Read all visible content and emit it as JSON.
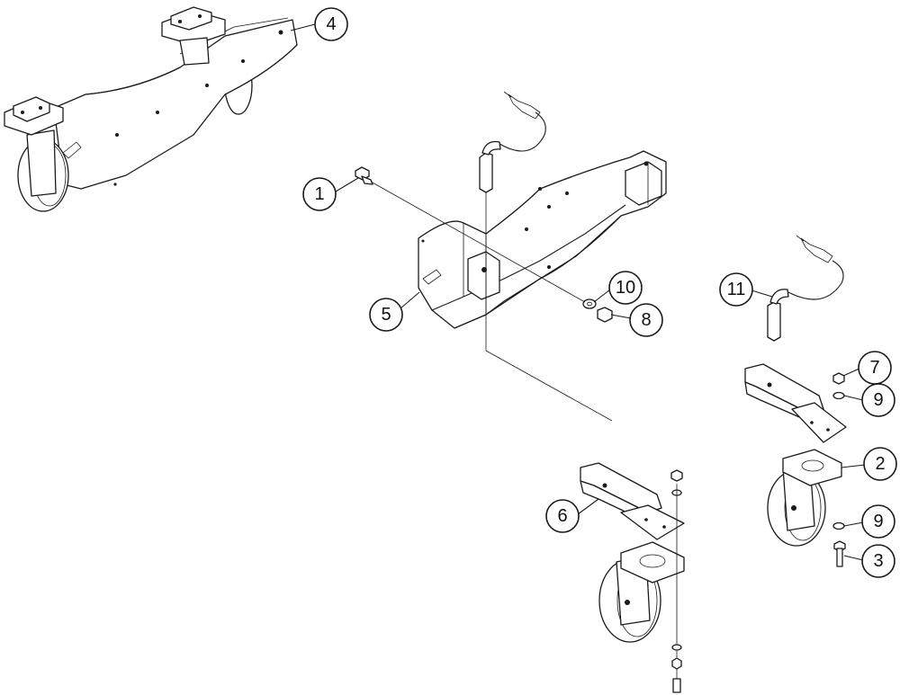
{
  "callouts": [
    {
      "id": "c4",
      "label": "4"
    },
    {
      "id": "c1",
      "label": "1"
    },
    {
      "id": "c5",
      "label": "5"
    },
    {
      "id": "c10",
      "label": "10"
    },
    {
      "id": "c8",
      "label": "8"
    },
    {
      "id": "c11",
      "label": "11"
    },
    {
      "id": "c7",
      "label": "7"
    },
    {
      "id": "c9a",
      "label": "9"
    },
    {
      "id": "c2",
      "label": "2"
    },
    {
      "id": "c6",
      "label": "6"
    },
    {
      "id": "c9b",
      "label": "9"
    },
    {
      "id": "c3",
      "label": "3"
    }
  ],
  "colors": {
    "line": "#1a1a1a",
    "background": "#ffffff"
  }
}
